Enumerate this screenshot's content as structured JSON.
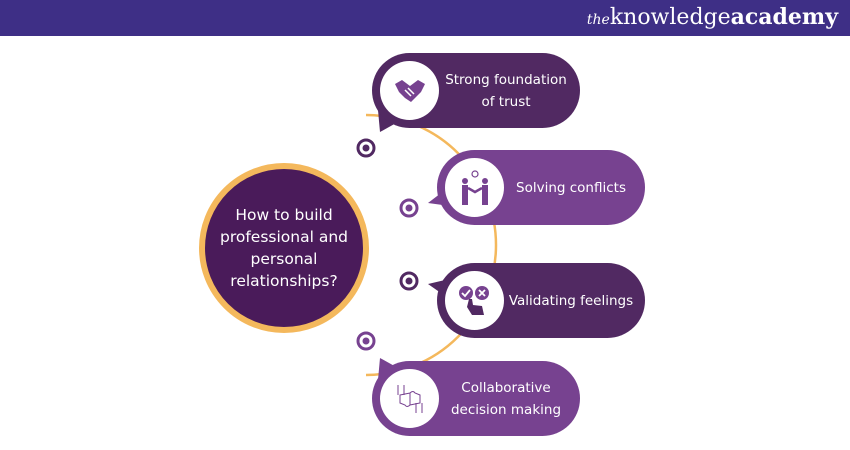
{
  "brand": {
    "prefix": "the",
    "name_light": "knowledge",
    "name_bold": "academy"
  },
  "center": {
    "question": "How to build professional and personal relationships?"
  },
  "items": [
    {
      "label": "Strong foundation of trust",
      "icon": "handshake-icon"
    },
    {
      "label": "Solving conflicts",
      "icon": "people-agreement-icon"
    },
    {
      "label": "Validating feelings",
      "icon": "check-cross-hand-icon"
    },
    {
      "label": "Collaborative decision making",
      "icon": "puzzle-hands-icon"
    }
  ],
  "colors": {
    "header": "#3e2f86",
    "dark_purple": "#512962",
    "mid_purple": "#774290",
    "gold": "#f4b85c"
  }
}
